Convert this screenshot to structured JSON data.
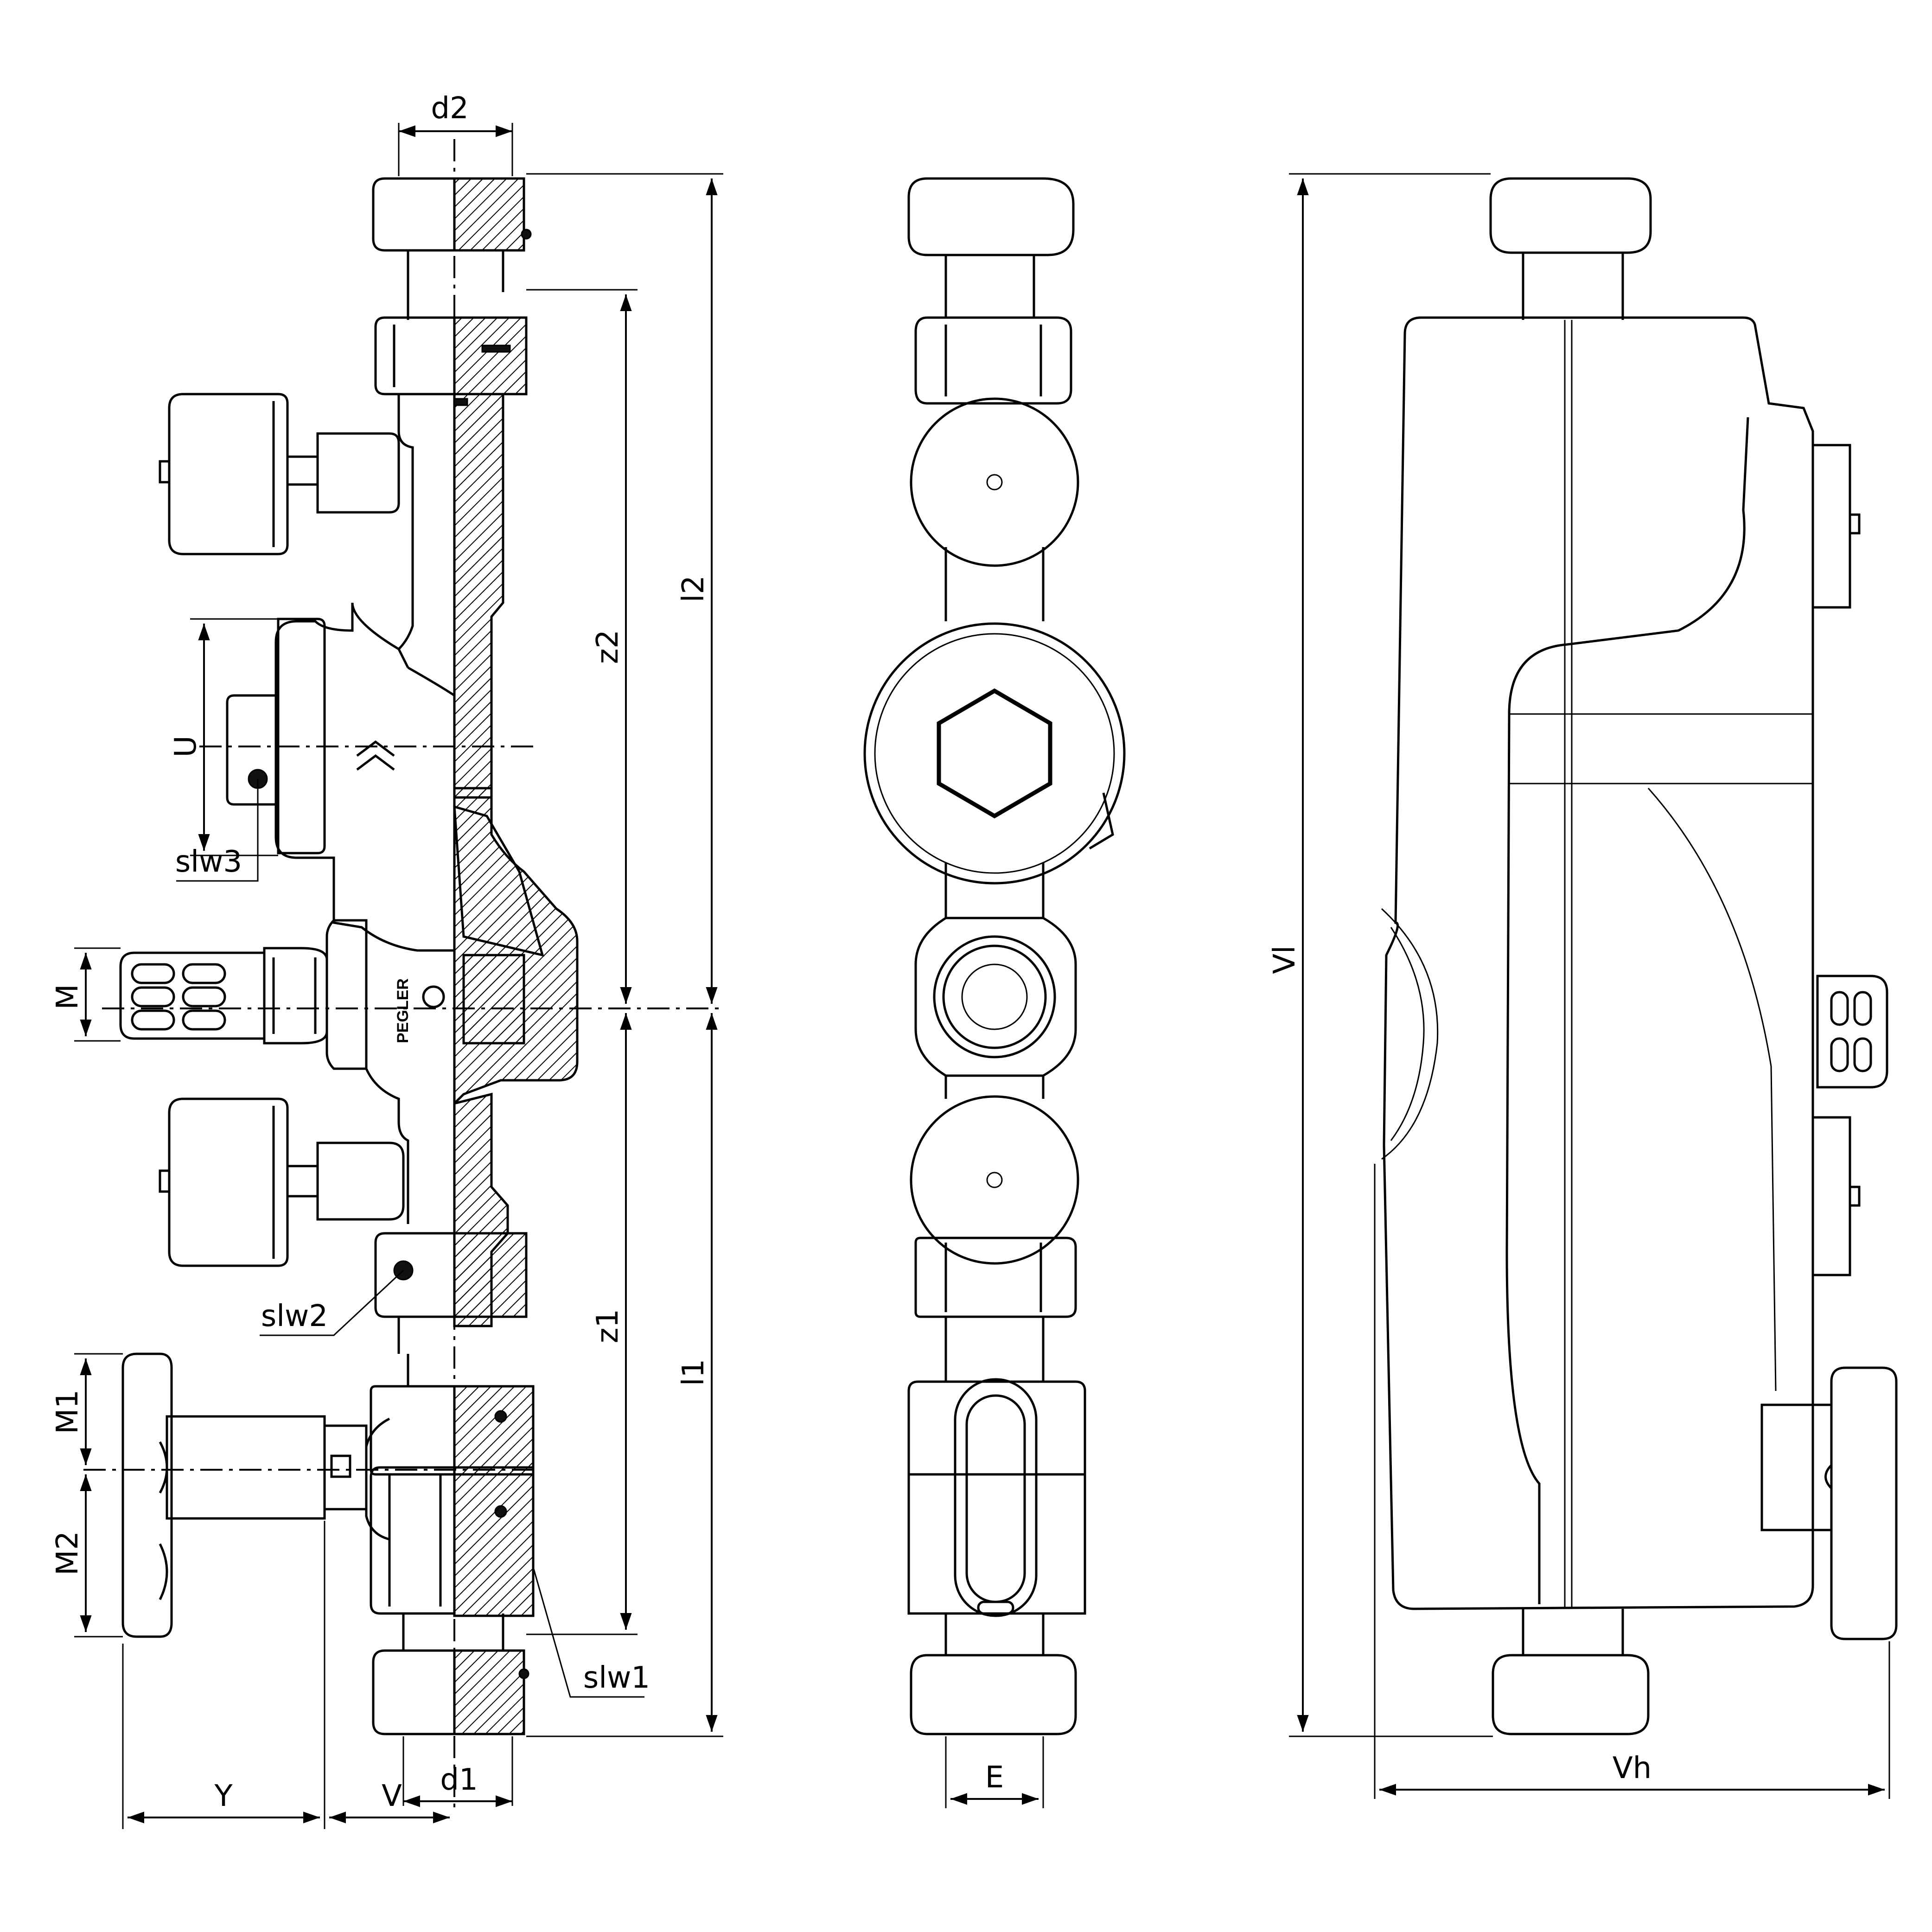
{
  "dimension_labels": {
    "d2": "d2",
    "d1": "d1",
    "l2": "l2",
    "l1": "l1",
    "z2": "z2",
    "z1": "z1",
    "U": "U",
    "M": "M",
    "M1": "M1",
    "M2": "M2",
    "Y": "Y",
    "V": "V",
    "E": "E",
    "Vl": "Vl",
    "Vh": "Vh"
  },
  "callouts": {
    "slw1": "slw1",
    "slw2": "slw2",
    "slw3": "slw3"
  },
  "body_marking": "PEGLER"
}
